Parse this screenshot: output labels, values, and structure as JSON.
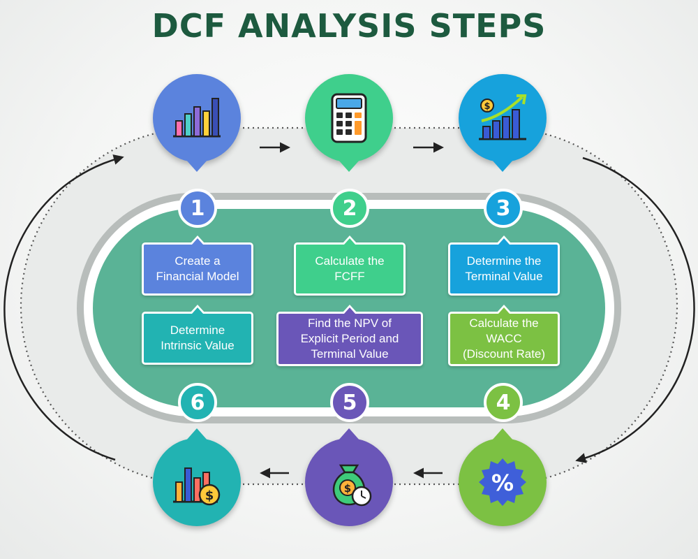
{
  "title": "DCF ANALYSIS STEPS",
  "colors": {
    "title": "#1d5a3f",
    "track": "#5ab396",
    "step1": "#5b83dd",
    "step2": "#3fcf8c",
    "step3": "#17a2dc",
    "step4": "#7cc143",
    "step5": "#6a56b8",
    "step6": "#22b3b2"
  },
  "steps": [
    {
      "number": "1",
      "label": "Create a\nFinancial Model",
      "icon": "bar-chart-icon"
    },
    {
      "number": "2",
      "label": "Calculate the\nFCFF",
      "icon": "calculator-icon"
    },
    {
      "number": "3",
      "label": "Determine the\nTerminal Value",
      "icon": "growth-chart-icon"
    },
    {
      "number": "4",
      "label": "Calculate the\nWACC\n(Discount Rate)",
      "icon": "percent-badge-icon"
    },
    {
      "number": "5",
      "label": "Find the NPV of\nExplicit Period and\nTerminal Value",
      "icon": "money-bag-icon"
    },
    {
      "number": "6",
      "label": "Determine\nIntrinsic Value",
      "icon": "chart-coin-icon"
    }
  ]
}
